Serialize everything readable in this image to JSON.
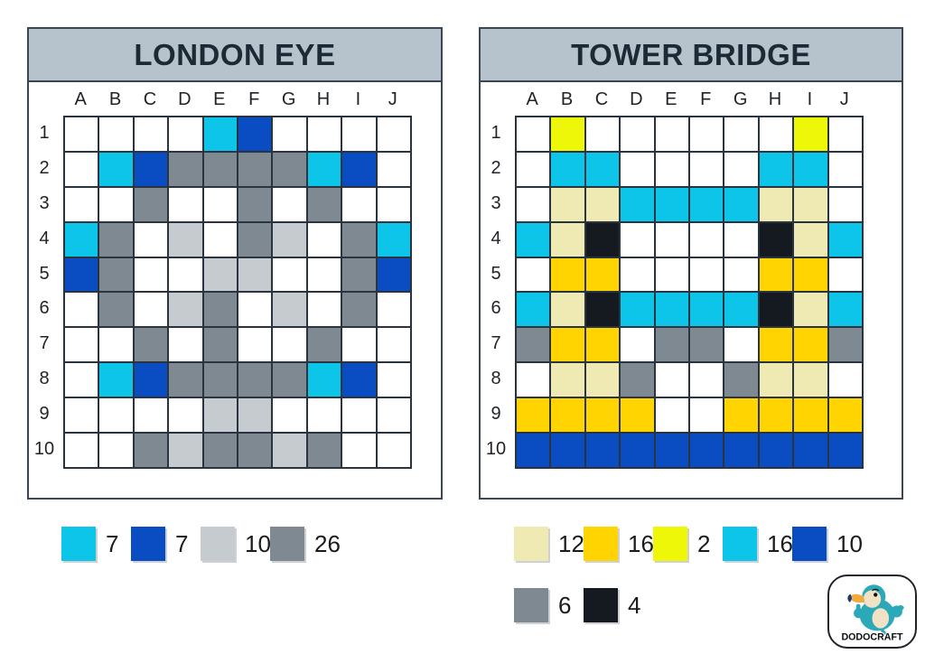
{
  "palette": {
    "W": "#ffffff",
    "C": "#0dc5e8",
    "B": "#0a4cc2",
    "L": "#c6cbd0",
    "D": "#7e8992",
    "M": "#efe9b4",
    "G": "#ffd400",
    "Y": "#eef707",
    "K": "#151a21"
  },
  "panels": [
    {
      "title": "LONDON EYE",
      "columns": [
        "A",
        "B",
        "C",
        "D",
        "E",
        "F",
        "G",
        "H",
        "I",
        "J"
      ],
      "rows": [
        "1",
        "2",
        "3",
        "4",
        "5",
        "6",
        "7",
        "8",
        "9",
        "10"
      ],
      "grid": [
        "WWWWCBWWWW",
        "WCBDDDDCBW",
        "WWDWWDWDWW",
        "CDWLWDLWDC",
        "BDWWLLWWDB",
        "WDWLDWLWDW",
        "WWDWDWWDWW",
        "WCBDDDDCBW",
        "WWWWLLWWWW",
        "WWDLDDLDWW"
      ],
      "legend": [
        {
          "color": "C",
          "count": "7"
        },
        {
          "color": "B",
          "count": "7"
        },
        {
          "color": "L",
          "count": "10"
        },
        {
          "color": "D",
          "count": "26"
        }
      ]
    },
    {
      "title": "TOWER BRIDGE",
      "columns": [
        "A",
        "B",
        "C",
        "D",
        "E",
        "F",
        "G",
        "H",
        "I",
        "J"
      ],
      "rows": [
        "1",
        "2",
        "3",
        "4",
        "5",
        "6",
        "7",
        "8",
        "9",
        "10"
      ],
      "grid": [
        "WYWWWWWWYW",
        "WCCWWWWCCW",
        "WMMCCCCMMW",
        "CMKWWWWKMC",
        "WGGWWWWGGW",
        "CMKCCCCKMC",
        "DGGWDDWGGD",
        "WMMDWWDMMW",
        "GGGGWWGGGG",
        "BBBBBBBBBB"
      ],
      "legend": [
        {
          "color": "M",
          "count": "12"
        },
        {
          "color": "G",
          "count": "16"
        },
        {
          "color": "Y",
          "count": "2"
        },
        {
          "color": "C",
          "count": "16"
        },
        {
          "color": "B",
          "count": "10"
        },
        {
          "color": "D",
          "count": "6"
        },
        {
          "color": "K",
          "count": "4"
        }
      ]
    }
  ],
  "logo": {
    "text": "DODOCRAFT"
  }
}
